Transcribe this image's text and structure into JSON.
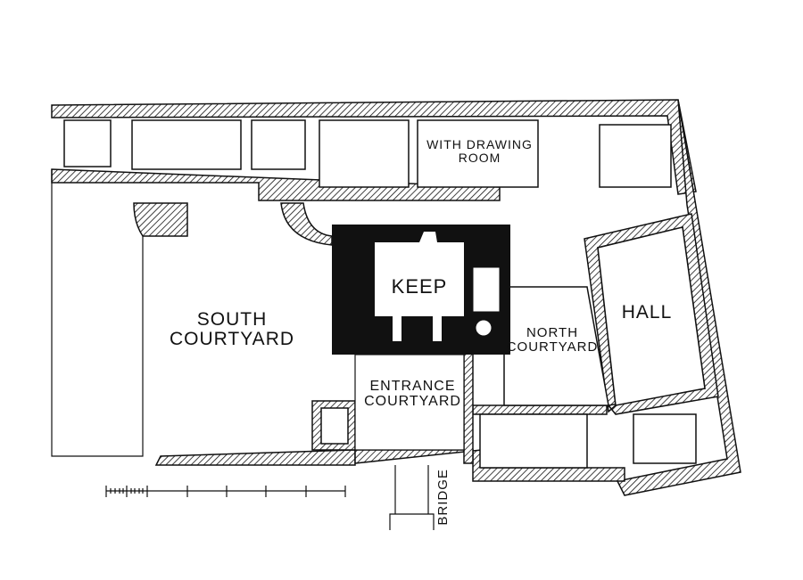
{
  "title": "Castle ground plan",
  "labels": {
    "drawing_room": [
      "WITH DRAWING",
      "ROOM"
    ],
    "keep": "KEEP",
    "south_courtyard": [
      "SOUTH",
      "COURTYARD"
    ],
    "north_courtyard": [
      "NORTH",
      "COURTYARD"
    ],
    "hall": "HALL",
    "entrance_courtyard": [
      "ENTRANCE",
      "COURTYARD"
    ],
    "bridge": "BRIDGE"
  },
  "colors": {
    "ink": "#111111",
    "paper": "#ffffff"
  }
}
